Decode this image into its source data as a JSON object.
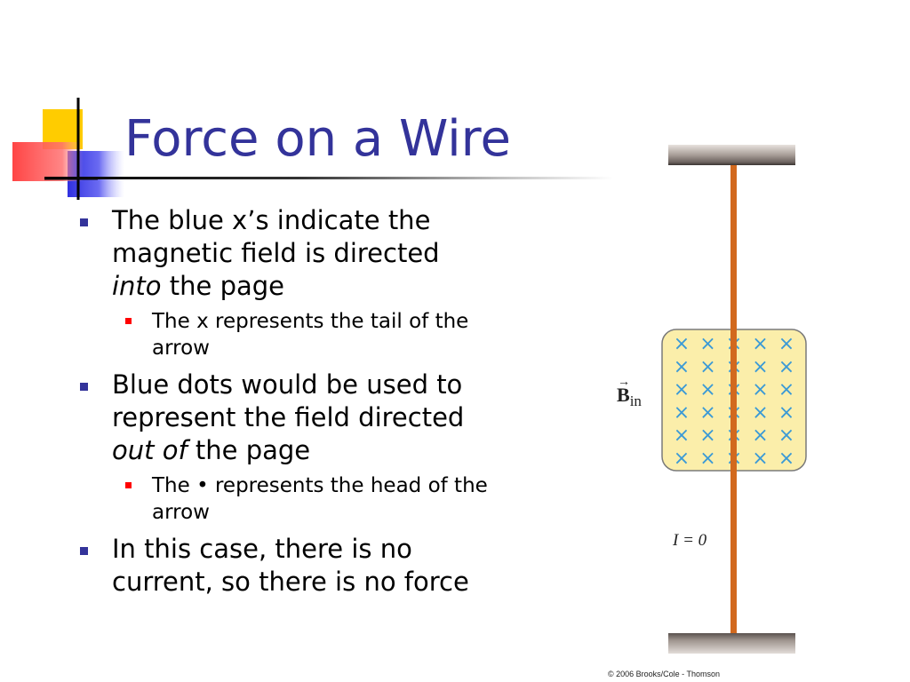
{
  "slide": {
    "title": "Force on a Wire",
    "bullets": [
      {
        "parts": [
          {
            "text": "The blue x’s indicate the magnetic field is directed ",
            "italic": false
          },
          {
            "text": "into",
            "italic": true
          },
          {
            "text": " the page",
            "italic": false
          }
        ],
        "sub": [
          {
            "parts": [
              {
                "text": "The x represents the tail of the arrow",
                "italic": false
              }
            ]
          }
        ]
      },
      {
        "parts": [
          {
            "text": "Blue dots would be used to represent the field directed ",
            "italic": false
          },
          {
            "text": "out of",
            "italic": true
          },
          {
            "text": " the page",
            "italic": false
          }
        ],
        "sub": [
          {
            "parts": [
              {
                "text": "The • represents the head of the arrow",
                "italic": false
              }
            ]
          }
        ]
      },
      {
        "parts": [
          {
            "text": "In this case, there is no current, so there is no force",
            "italic": false
          }
        ],
        "sub": []
      }
    ]
  },
  "figure": {
    "field_label": "B",
    "field_subscript": "in",
    "current_label": "I = 0",
    "field_symbol": "×",
    "field_grid": {
      "rows": 6,
      "cols": 5
    },
    "credit": "© 2006 Brooks/Cole - Thomson"
  },
  "colors": {
    "title": "#33339a",
    "bullet_level1": "#33339a",
    "bullet_level2": "#ff0000",
    "wire": "#d2691e",
    "field_region": "#fbeeaa",
    "field_marks": "#3b9ad6"
  }
}
